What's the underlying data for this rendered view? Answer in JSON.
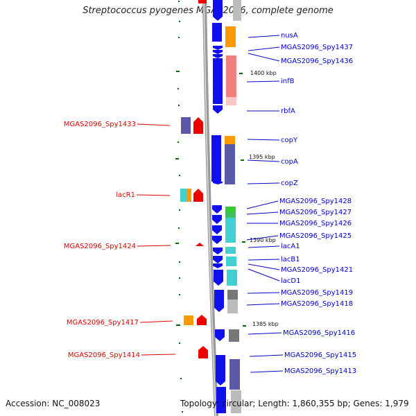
{
  "title": "Streptococcus pyogenes MGAS2096, complete genome",
  "accession": "Accession: NC_008023",
  "topology": "Topology: circular; Length: 1,860,355 bp; Genes: 1,979",
  "colors": {
    "forward_label": "#0000cc",
    "reverse_label": "#dd0000",
    "backbone": "#888888",
    "tick": "#006600",
    "orange": "#ff9900",
    "salmon": "#f08080",
    "slate": "#5a5aa8",
    "cyan": "#40d0d0",
    "green": "#33cc33",
    "gray": "#777777",
    "lightgray": "#bbbbbb",
    "blue": "#1010ee",
    "red": "#ee0000"
  },
  "scale_labels": [
    "1400 kbp",
    "1395 kbp",
    "1390 kbp",
    "1385 kbp"
  ],
  "forward_genes": [
    "nusA",
    "MGAS2096_Spy1437",
    "MGAS2096_Spy1436",
    "infB",
    "rbfA",
    "copY",
    "copA",
    "copZ",
    "MGAS2096_Spy1428",
    "MGAS2096_Spy1427",
    "MGAS2096_Spy1426",
    "MGAS2096_Spy1425",
    "lacA1",
    "lacB1",
    "MGAS2096_Spy1421",
    "lacD1",
    "MGAS2096_Spy1419",
    "MGAS2096_Spy1418",
    "MGAS2096_Spy1416",
    "MGAS2096_Spy1415",
    "MGAS2096_Spy1413"
  ],
  "reverse_genes": [
    "MGAS2096_Spy1433",
    "lacR1",
    "MGAS2096_Spy1424",
    "MGAS2096_Spy1417",
    "MGAS2096_Spy1414"
  ]
}
